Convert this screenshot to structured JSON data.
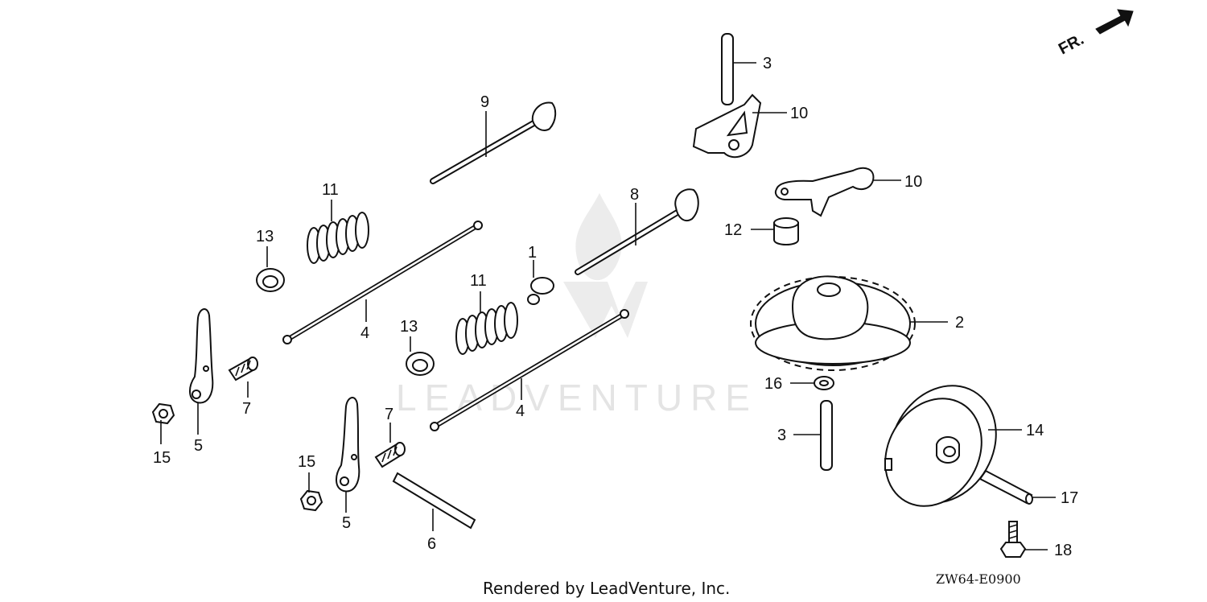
{
  "diagram": {
    "direction_marker": "FR.",
    "watermark": "LEADVENTURE",
    "footer": "Rendered by LeadVenture, Inc.",
    "diagram_code": "ZW64-E0900"
  },
  "callouts": [
    {
      "id": "c-1",
      "label": "1"
    },
    {
      "id": "c-2",
      "label": "2"
    },
    {
      "id": "c-3a",
      "label": "3"
    },
    {
      "id": "c-3b",
      "label": "3"
    },
    {
      "id": "c-4a",
      "label": "4"
    },
    {
      "id": "c-4b",
      "label": "4"
    },
    {
      "id": "c-5a",
      "label": "5"
    },
    {
      "id": "c-5b",
      "label": "5"
    },
    {
      "id": "c-6",
      "label": "6"
    },
    {
      "id": "c-7a",
      "label": "7"
    },
    {
      "id": "c-7b",
      "label": "7"
    },
    {
      "id": "c-8",
      "label": "8"
    },
    {
      "id": "c-9",
      "label": "9"
    },
    {
      "id": "c-10a",
      "label": "10"
    },
    {
      "id": "c-10b",
      "label": "10"
    },
    {
      "id": "c-11a",
      "label": "11"
    },
    {
      "id": "c-11b",
      "label": "11"
    },
    {
      "id": "c-12",
      "label": "12"
    },
    {
      "id": "c-13a",
      "label": "13"
    },
    {
      "id": "c-13b",
      "label": "13"
    },
    {
      "id": "c-14",
      "label": "14"
    },
    {
      "id": "c-15a",
      "label": "15"
    },
    {
      "id": "c-15b",
      "label": "15"
    },
    {
      "id": "c-16",
      "label": "16"
    },
    {
      "id": "c-17",
      "label": "17"
    },
    {
      "id": "c-18",
      "label": "18"
    }
  ]
}
